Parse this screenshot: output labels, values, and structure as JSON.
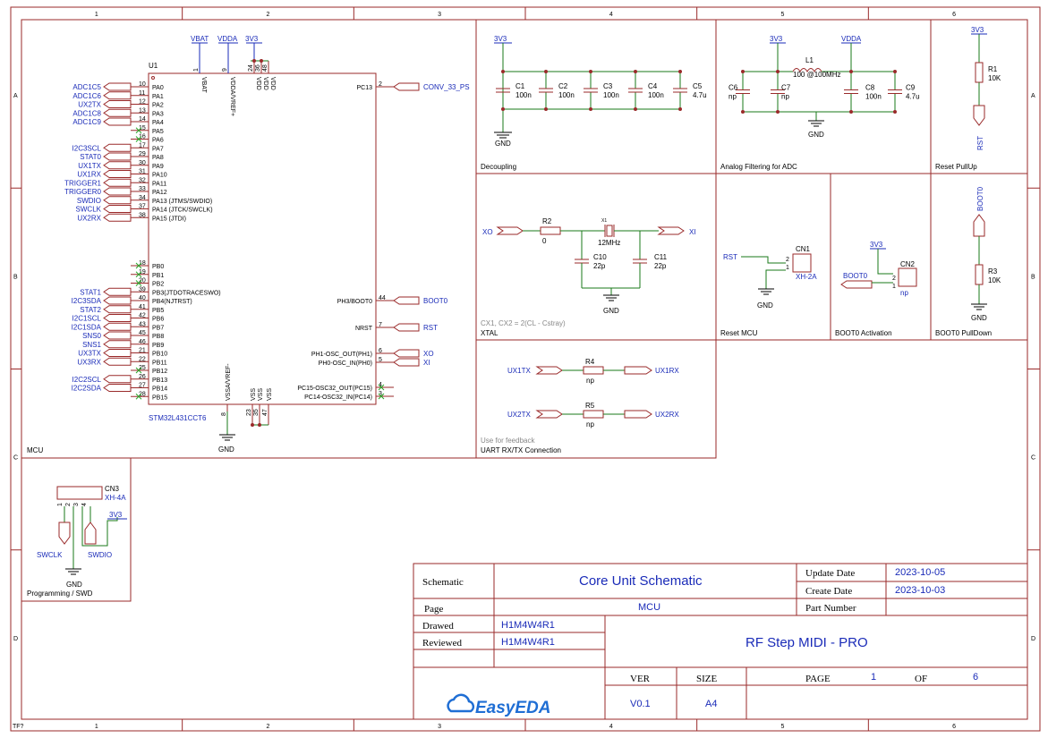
{
  "frame": {
    "col_numbers": [
      "1",
      "2",
      "3",
      "4",
      "5",
      "6"
    ],
    "row_letters": [
      "A",
      "B",
      "C",
      "D"
    ],
    "corner": "TF?"
  },
  "sections": {
    "mcu": "MCU",
    "decoupling": "Decoupling",
    "analog": "Analog Filtering for ADC",
    "reset_pullup": "Reset PullUp",
    "xtal": "XTAL",
    "xtal_note": "CX1, CX2 = 2(CL - Cstray)",
    "reset_mcu": "Reset MCU",
    "boot0_activation": "BOOT0 Activation",
    "boot0_pulldown": "BOOT0 PullDown",
    "uart": "UART RX/TX Connection",
    "uart_note": "Use for feedback",
    "programming": "Programming / SWD"
  },
  "mcu": {
    "ref": "U1",
    "part": "STM32L431CCT6",
    "top_pins": [
      {
        "num": "1",
        "name": "VBAT"
      },
      {
        "num": "9",
        "name": "VDDA/VREF+"
      },
      {
        "num": "24",
        "name": "VDD"
      },
      {
        "num": "36",
        "name": "VDD"
      },
      {
        "num": "48",
        "name": "VDD"
      }
    ],
    "bottom_pins": [
      {
        "num": "8",
        "name": "VSSA/VREF-"
      },
      {
        "num": "23",
        "name": "VSS"
      },
      {
        "num": "35",
        "name": "VSS"
      },
      {
        "num": "47",
        "name": "VSS"
      }
    ],
    "pa_pins": [
      {
        "num": "10",
        "name": "PA0",
        "net": "ADC1C5"
      },
      {
        "num": "11",
        "name": "PA1",
        "net": "ADC1C6"
      },
      {
        "num": "12",
        "name": "PA2",
        "net": "UX2TX"
      },
      {
        "num": "13",
        "name": "PA3",
        "net": "ADC1C8"
      },
      {
        "num": "14",
        "name": "PA4",
        "net": "ADC1C9"
      },
      {
        "num": "15",
        "name": "PA5",
        "net": ""
      },
      {
        "num": "16",
        "name": "PA6",
        "net": ""
      },
      {
        "num": "17",
        "name": "PA7",
        "net": "I2C3SCL"
      },
      {
        "num": "29",
        "name": "PA8",
        "net": "STAT0"
      },
      {
        "num": "30",
        "name": "PA9",
        "net": "UX1TX"
      },
      {
        "num": "31",
        "name": "PA10",
        "net": "UX1RX"
      },
      {
        "num": "32",
        "name": "PA11",
        "net": "TRIGGER1"
      },
      {
        "num": "33",
        "name": "PA12",
        "net": "TRIGGER0"
      },
      {
        "num": "34",
        "name": "PA13 (JTMS/SWDIO)",
        "net": "SWDIO"
      },
      {
        "num": "37",
        "name": "PA14 (JTCK/SWCLK)",
        "net": "SWCLK"
      },
      {
        "num": "38",
        "name": "PA15 (JTDI)",
        "net": "UX2RX"
      }
    ],
    "pb_pins": [
      {
        "num": "18",
        "name": "PB0",
        "net": ""
      },
      {
        "num": "19",
        "name": "PB1",
        "net": ""
      },
      {
        "num": "20",
        "name": "PB2",
        "net": ""
      },
      {
        "num": "39",
        "name": "PB3(JTDOTRACESWO)",
        "net": "STAT1"
      },
      {
        "num": "40",
        "name": "PB4(NJTRST)",
        "net": "I2C3SDA"
      },
      {
        "num": "41",
        "name": "PB5",
        "net": "STAT2"
      },
      {
        "num": "42",
        "name": "PB6",
        "net": "I2C1SCL"
      },
      {
        "num": "43",
        "name": "PB7",
        "net": "I2C1SDA"
      },
      {
        "num": "45",
        "name": "PB8",
        "net": "SNS0"
      },
      {
        "num": "46",
        "name": "PB9",
        "net": "SNS1"
      },
      {
        "num": "21",
        "name": "PB10",
        "net": "UX3TX"
      },
      {
        "num": "22",
        "name": "PB11",
        "net": "UX3RX"
      },
      {
        "num": "25",
        "name": "PB12",
        "net": ""
      },
      {
        "num": "26",
        "name": "PB13",
        "net": "I2C2SCL"
      },
      {
        "num": "27",
        "name": "PB14",
        "net": "I2C2SDA"
      },
      {
        "num": "28",
        "name": "PB15",
        "net": ""
      }
    ],
    "right_pins": [
      {
        "num": "2",
        "name": "PC13",
        "net": "CONV_33_PS"
      },
      {
        "num": "44",
        "name": "PH3/BOOT0",
        "net": "BOOT0"
      },
      {
        "num": "7",
        "name": "NRST",
        "net": "RST"
      },
      {
        "num": "6",
        "name": "PH1-OSC_OUT(PH1)",
        "net": "XO"
      },
      {
        "num": "5",
        "name": "PH0-OSC_IN(PH0)",
        "net": "XI"
      },
      {
        "num": "4",
        "name": "PC15-OSC32_OUT(PC15)",
        "net": ""
      },
      {
        "num": "3",
        "name": "PC14-OSC32_IN(PC14)",
        "net": ""
      }
    ],
    "power_vbat": "VBAT",
    "power_vdda": "VDDA",
    "power_3v3": "3V3",
    "gnd": "GND"
  },
  "decoupling": {
    "supply": "3V3",
    "gnd": "GND",
    "caps": [
      {
        "ref": "C1",
        "val": "100n"
      },
      {
        "ref": "C2",
        "val": "100n"
      },
      {
        "ref": "C3",
        "val": "100n"
      },
      {
        "ref": "C4",
        "val": "100n"
      },
      {
        "ref": "C5",
        "val": "4.7u"
      }
    ]
  },
  "analog": {
    "in_supply": "3V3",
    "out_supply": "VDDA",
    "inductor_ref": "L1",
    "inductor_val": "100 @100MHz",
    "gnd": "GND",
    "caps": [
      {
        "ref": "C6",
        "val": "np"
      },
      {
        "ref": "C7",
        "val": "np"
      },
      {
        "ref": "C8",
        "val": "100n"
      },
      {
        "ref": "C9",
        "val": "4.7u"
      }
    ]
  },
  "reset_pullup": {
    "supply": "3V3",
    "ref": "R1",
    "val": "10K",
    "net": "RST"
  },
  "xtal": {
    "xo": "XO",
    "xi": "XI",
    "r_ref": "R2",
    "r_val": "0",
    "x_ref": "X1",
    "x_val": "12MHz",
    "c10_ref": "C10",
    "c10_val": "22p",
    "c11_ref": "C11",
    "c11_val": "22p",
    "gnd": "GND"
  },
  "reset_mcu": {
    "net": "RST",
    "ref": "CN1",
    "part": "XH-2A",
    "pin1": "1",
    "pin2": "2",
    "gnd": "GND"
  },
  "boot0_act": {
    "supply": "3V3",
    "net": "BOOT0",
    "ref": "CN2",
    "val": "np",
    "pin1": "1",
    "pin2": "2"
  },
  "boot0_pd": {
    "net": "BOOT0",
    "ref": "R3",
    "val": "10K",
    "gnd": "GND"
  },
  "uart": {
    "r4_ref": "R4",
    "r4_val": "np",
    "in1": "UX1TX",
    "out1": "UX1RX",
    "r5_ref": "R5",
    "r5_val": "np",
    "in2": "UX2TX",
    "out2": "UX2RX"
  },
  "programming": {
    "ref": "CN3",
    "part": "XH-4A",
    "pins": [
      "1",
      "2",
      "3",
      "4"
    ],
    "swclk": "SWCLK",
    "swdio": "SWDIO",
    "supply": "3V3",
    "gnd": "GND"
  },
  "title_block": {
    "schematic_label": "Schematic",
    "schematic_value": "Core Unit Schematic",
    "page_label": "Page",
    "page_value": "MCU",
    "drawed_label": "Drawed",
    "drawed_value": "H1M4W4R1",
    "reviewed_label": "Reviewed",
    "reviewed_value": "H1M4W4R1",
    "update_label": "Update Date",
    "update_value": "2023-10-05",
    "create_label": "Create Date",
    "create_value": "2023-10-03",
    "part_label": "Part Number",
    "project": "RF Step MIDI - PRO",
    "ver_label": "VER",
    "ver_value": "V0.1",
    "size_label": "SIZE",
    "size_value": "A4",
    "pg_label": "PAGE",
    "pg_value": "1",
    "of_label": "OF",
    "of_value": "6",
    "logo": "EasyEDA"
  }
}
